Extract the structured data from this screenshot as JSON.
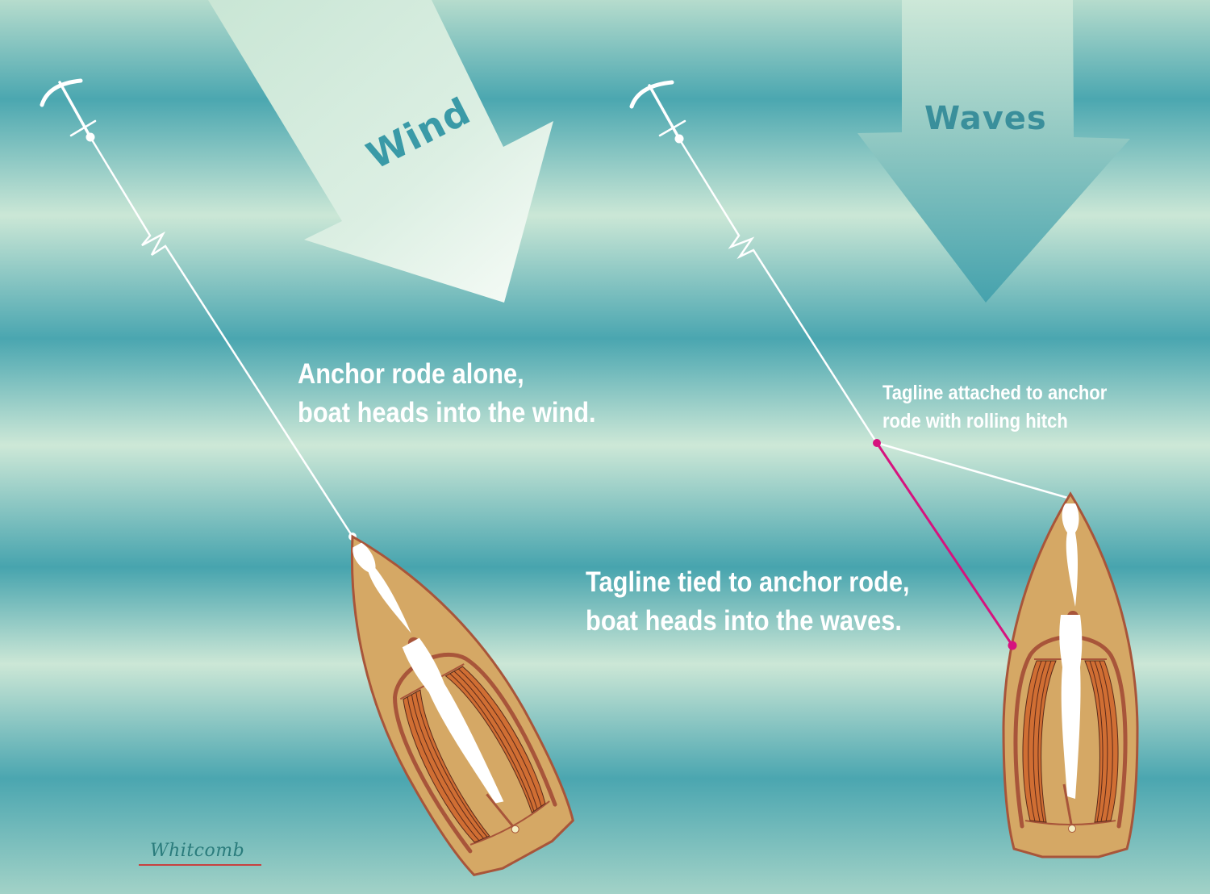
{
  "diagram": {
    "type": "anchoring-comparison-illustration",
    "panels": [
      {
        "id": "left",
        "force_label": "Wind",
        "caption_lines": [
          "Anchor rode alone,",
          "boat heads into the wind."
        ]
      },
      {
        "id": "right",
        "force_label": "Waves",
        "caption_lines": [
          "Tagline tied to anchor rode,",
          "boat heads into the waves."
        ],
        "callout_lines": [
          "Tagline attached to anchor",
          "rode with rolling hitch"
        ]
      }
    ],
    "signature": "Whitcomb"
  },
  "colors": {
    "water_dark": "#4aa6b0",
    "water_light": "#cce7d6",
    "arrow_light": "#d2ebdc",
    "label_teal": "#3a9aa7",
    "hull_fill": "#d5a865",
    "hull_outline": "#a8553a",
    "cockpit_planks": "#d06e33",
    "tagline_magenta": "#d6137e",
    "rode_white": "#ffffff",
    "signature_underline": "#c8413f"
  },
  "icons": {
    "anchor": "anchor-icon",
    "wind_arrow": "arrow-down-right",
    "waves_arrow": "arrow-down"
  }
}
